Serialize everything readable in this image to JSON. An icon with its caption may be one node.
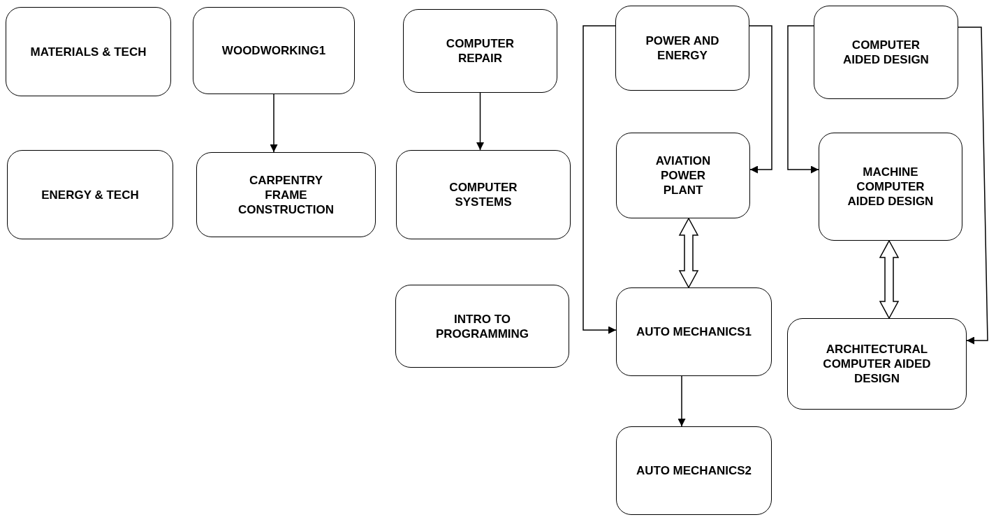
{
  "diagram": {
    "nodes": [
      {
        "text": [
          "MATERIALS & TECH"
        ]
      },
      {
        "text": [
          "WOODWORKING1"
        ]
      },
      {
        "text": [
          "COMPUTER REPAIR"
        ]
      },
      {
        "text": [
          "POWER AND ENERGY"
        ]
      },
      {
        "text": [
          "COMPUTER AIDED DESIGN"
        ]
      },
      {
        "text": [
          "ENERGY & TECH"
        ]
      },
      {
        "text": [
          "CARPENTRY FRAME CONSTRUCTION"
        ]
      },
      {
        "text": [
          "COMPUTER SYSTEMS"
        ]
      },
      {
        "text": [
          "AVIATION POWER PLANT"
        ]
      },
      {
        "text": [
          "MACHINE COMPUTER AIDED DESIGN"
        ]
      },
      {
        "text": [
          "INTRO TO PROGRAMMING"
        ]
      },
      {
        "text": [
          "AUTO MECHANICS1"
        ]
      },
      {
        "text": [
          "ARCHITECTURAL COMPUTER AIDED DESIGN"
        ]
      },
      {
        "text": [
          "AUTO MECHANICS2"
        ]
      }
    ],
    "edges": [
      {
        "from": 1,
        "to": 6,
        "arrow": "to"
      },
      {
        "from": 2,
        "to": 7,
        "arrow": "to"
      },
      {
        "from": 3,
        "to": 8,
        "arrow": "to"
      },
      {
        "from": 3,
        "to": 11,
        "arrow": "to"
      },
      {
        "from": 8,
        "to": 11,
        "arrow": "both",
        "style": "thick"
      },
      {
        "from": 11,
        "to": 13,
        "arrow": "to"
      },
      {
        "from": 4,
        "to": 9,
        "arrow": "to"
      },
      {
        "from": 4,
        "to": 12,
        "arrow": "to"
      },
      {
        "from": 9,
        "to": 12,
        "arrow": "both",
        "style": "thick"
      }
    ]
  }
}
